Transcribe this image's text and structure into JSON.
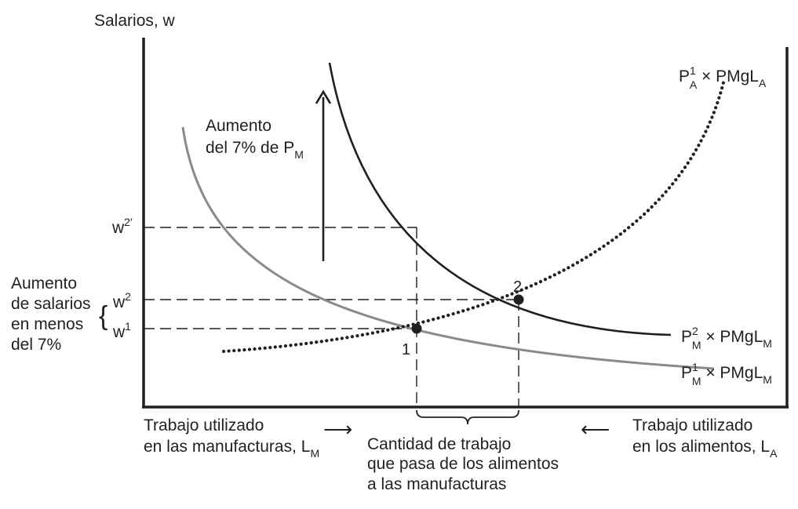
{
  "chart_data": {
    "type": "line",
    "title": "",
    "ylabel": "Salarios, w",
    "y_levels": [
      {
        "key": "w2p",
        "label": "w",
        "sup": "2′"
      },
      {
        "key": "w2",
        "label": "w",
        "sup": "2"
      },
      {
        "key": "w1",
        "label": "w",
        "sup": "1"
      }
    ],
    "series": [
      {
        "key": "pm1",
        "style": "solid-gray",
        "name_main": "P",
        "name_sup": "1",
        "name_sub": "M",
        "name_rest": " × PMgL",
        "name_rest_sub": "M"
      },
      {
        "key": "pm2",
        "style": "solid-black",
        "name_main": "P",
        "name_sup": "2",
        "name_sub": "M",
        "name_rest": " × PMgL",
        "name_rest_sub": "M"
      },
      {
        "key": "pa1",
        "style": "dotted-black",
        "name_main": "P",
        "name_sup": "1",
        "name_sub": "A",
        "name_rest": " × PMgL",
        "name_rest_sub": "A"
      }
    ],
    "points": [
      {
        "label": "1",
        "at": "w1"
      },
      {
        "label": "2",
        "at": "w2"
      }
    ],
    "annotations": {
      "arrow_top": "Aumento",
      "arrow_bottom_main": "del 7% de P",
      "arrow_bottom_sub": "M",
      "left_lines": [
        "Aumento",
        "de salarios",
        "en menos",
        "del 7%"
      ],
      "brace_left": "{"
    },
    "bottom": {
      "left_line1": "Trabajo utilizado",
      "left_line2_main": "en las manufacturas, L",
      "left_line2_sub": "M",
      "left_arrow": "⟶",
      "center_lines": [
        "Cantidad de trabajo",
        "que pasa de los alimentos",
        "a las manufacturas"
      ],
      "right_arrow": "⟵",
      "right_line1": "Trabajo utilizado",
      "right_line2_main": "en los alimentos, L",
      "right_line2_sub": "A"
    },
    "colors": {
      "ink": "#231f20",
      "gray_curve": "#8a8a8a"
    }
  }
}
